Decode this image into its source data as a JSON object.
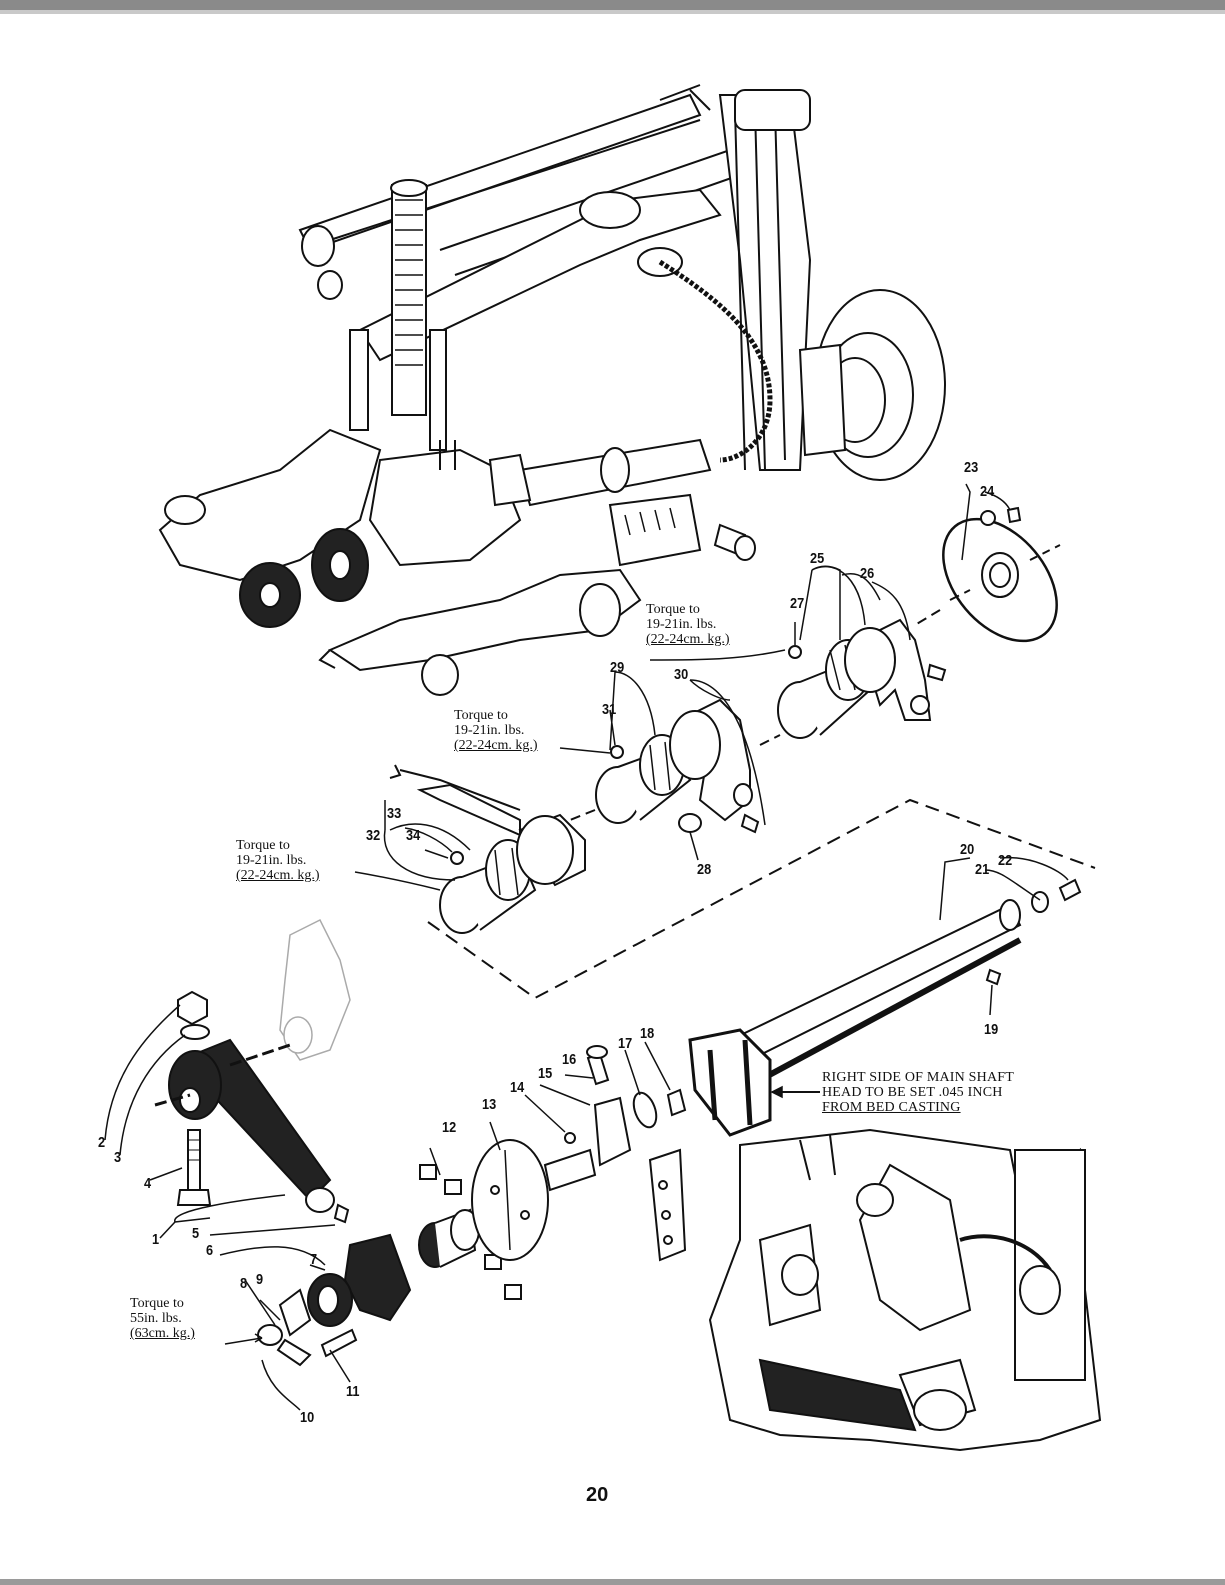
{
  "torque_notes": [
    {
      "id": "torque-27",
      "lines": [
        "Torque to",
        "19-21in. lbs.",
        "(22-24cm. kg.)"
      ]
    },
    {
      "id": "torque-31",
      "lines": [
        "Torque to",
        "19-21in. lbs.",
        "(22-24cm. kg.)"
      ]
    },
    {
      "id": "torque-34",
      "lines": [
        "Torque to",
        "19-21in. lbs.",
        "(22-24cm. kg.)"
      ]
    },
    {
      "id": "torque-10",
      "lines": [
        "Torque to",
        "55in. lbs.",
        "(63cm. kg.)"
      ]
    }
  ],
  "main_shaft_note": {
    "lines": [
      "RIGHT SIDE OF MAIN SHAFT",
      "HEAD TO BE SET .045 INCH",
      "FROM BED CASTING"
    ]
  },
  "part_numbers": [
    "1",
    "2",
    "3",
    "4",
    "5",
    "6",
    "7",
    "8",
    "9",
    "10",
    "11",
    "12",
    "13",
    "14",
    "15",
    "16",
    "17",
    "18",
    "19",
    "20",
    "21",
    "22",
    "23",
    "24",
    "25",
    "26",
    "27",
    "28",
    "29",
    "30",
    "31",
    "32",
    "33",
    "34"
  ],
  "page_number": "20"
}
